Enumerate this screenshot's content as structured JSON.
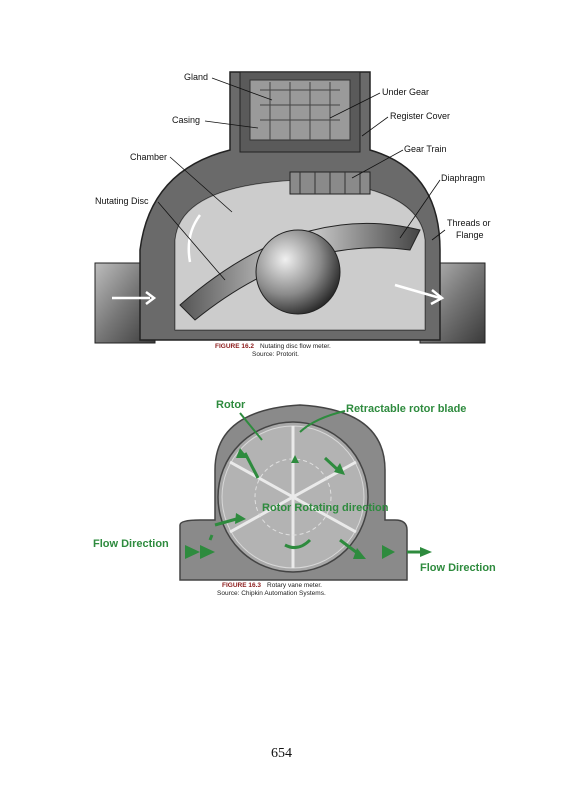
{
  "figure1": {
    "labels": {
      "gland": "Gland",
      "under_gear": "Under Gear",
      "casing": "Casing",
      "register_cover": "Register Cover",
      "gear_train": "Gear Train",
      "chamber": "Chamber",
      "diaphragm": "Diaphragm",
      "nutating_disc": "Nutating Disc",
      "threads_line1": "Threads or",
      "threads_line2": "Flange"
    },
    "caption": {
      "number": "FIGURE 16.2",
      "title": "Nutating disc flow meter.",
      "source": "Source: Protorit."
    }
  },
  "figure2": {
    "labels": {
      "rotor": "Rotor",
      "retractable": "Retractable rotor blade",
      "rotating": "Rotor Rotating direction",
      "flow_left": "Flow Direction",
      "flow_right": "Flow Direction"
    },
    "caption": {
      "number": "FIGURE 16.3",
      "title": "Rotary vane meter.",
      "source": "Source: Chipkin Automation Systems."
    }
  },
  "page_number": "654",
  "colors": {
    "accent_green": "#2e8b3e",
    "caption_red": "#8b1a1a"
  }
}
